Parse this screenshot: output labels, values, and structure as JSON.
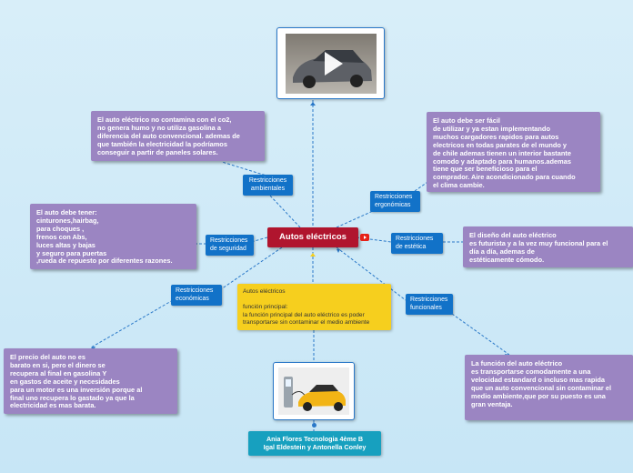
{
  "central": {
    "title": "Autos eléctricos"
  },
  "branches": {
    "ambientales": "Restricciones\nambientales",
    "ergonomicas": "Restricciones\nergonómicas",
    "seguridad": "Restricciones\nde seguridad",
    "estetica": "Restricciones\nde estética",
    "economicas": "Restricciones\neconómicas",
    "funcionales": "Restricciones\nfuncionales"
  },
  "notes": {
    "ambientales": "El auto eléctrico no contamina con el co2,\nno genera humo y no utiliza gasolina a\ndiferencia del auto convencional. ademas de\nque también la electricidad la podríamos\nconseguir a partir de paneles solares.",
    "ergonomicas": "El auto debe ser fácil\nde utilizar y ya estan implementando\nmuchos cargadores rapidos para autos\nelectricos en todas parates de el mundo y\nde chile ademas tienen un interior bastante\ncomodo y adaptado para humanos.ademas\ntiene que ser beneficioso para el\ncomprador. Aire acondicionado para cuando\nel clima cambie.",
    "seguridad": "El auto debe tener:\ncinturones,hairbag,\npara choques ,\nfrenos con Abs,\nluces altas y bajas\ny seguro para puertas\n,rueda de repuesto por diferentes razones.",
    "estetica": "El diseño del auto eléctrico\nes futurista y a la vez muy funcional para el\ndía a día, ademas de\nestéticamente cómodo.",
    "economicas": "El precio del auto no es\nbarato en si, pero el dinero se\nrecupera al final en gasolina Y\nen gastos de aceite y necesidades\npara un motor es una inversión porque al\nfinal uno recupera lo gastado ya que la\nelectricidad es mas barata.",
    "funcionales": "La función del auto eléctrico\nes transportarse comodamente a una\nvelocidad estandard o incluso mas rapida\nque un auto convencional sin contaminar el\nmedio ambiente,que por su puesto es una\ngran ventaja."
  },
  "main_note": "Autos eléctricos\n\nfunción principal:\nla función principal del auto eléctrico es poder\ntransportarse sin contaminar el medio ambiente",
  "authors": "Ania Flores Tecnologia 4ème B\nIgal Eldestein y Antonella Conley",
  "icons": {
    "video": "play-icon",
    "attachment": "youtube-icon",
    "image": "electric-car-charging-image"
  },
  "colors": {
    "central": "#b0152e",
    "branch": "#1272c8",
    "note": "#9b85c2",
    "main_note": "#f6cf1e",
    "authors": "#17a0bf",
    "connector": "#2a78c8"
  }
}
